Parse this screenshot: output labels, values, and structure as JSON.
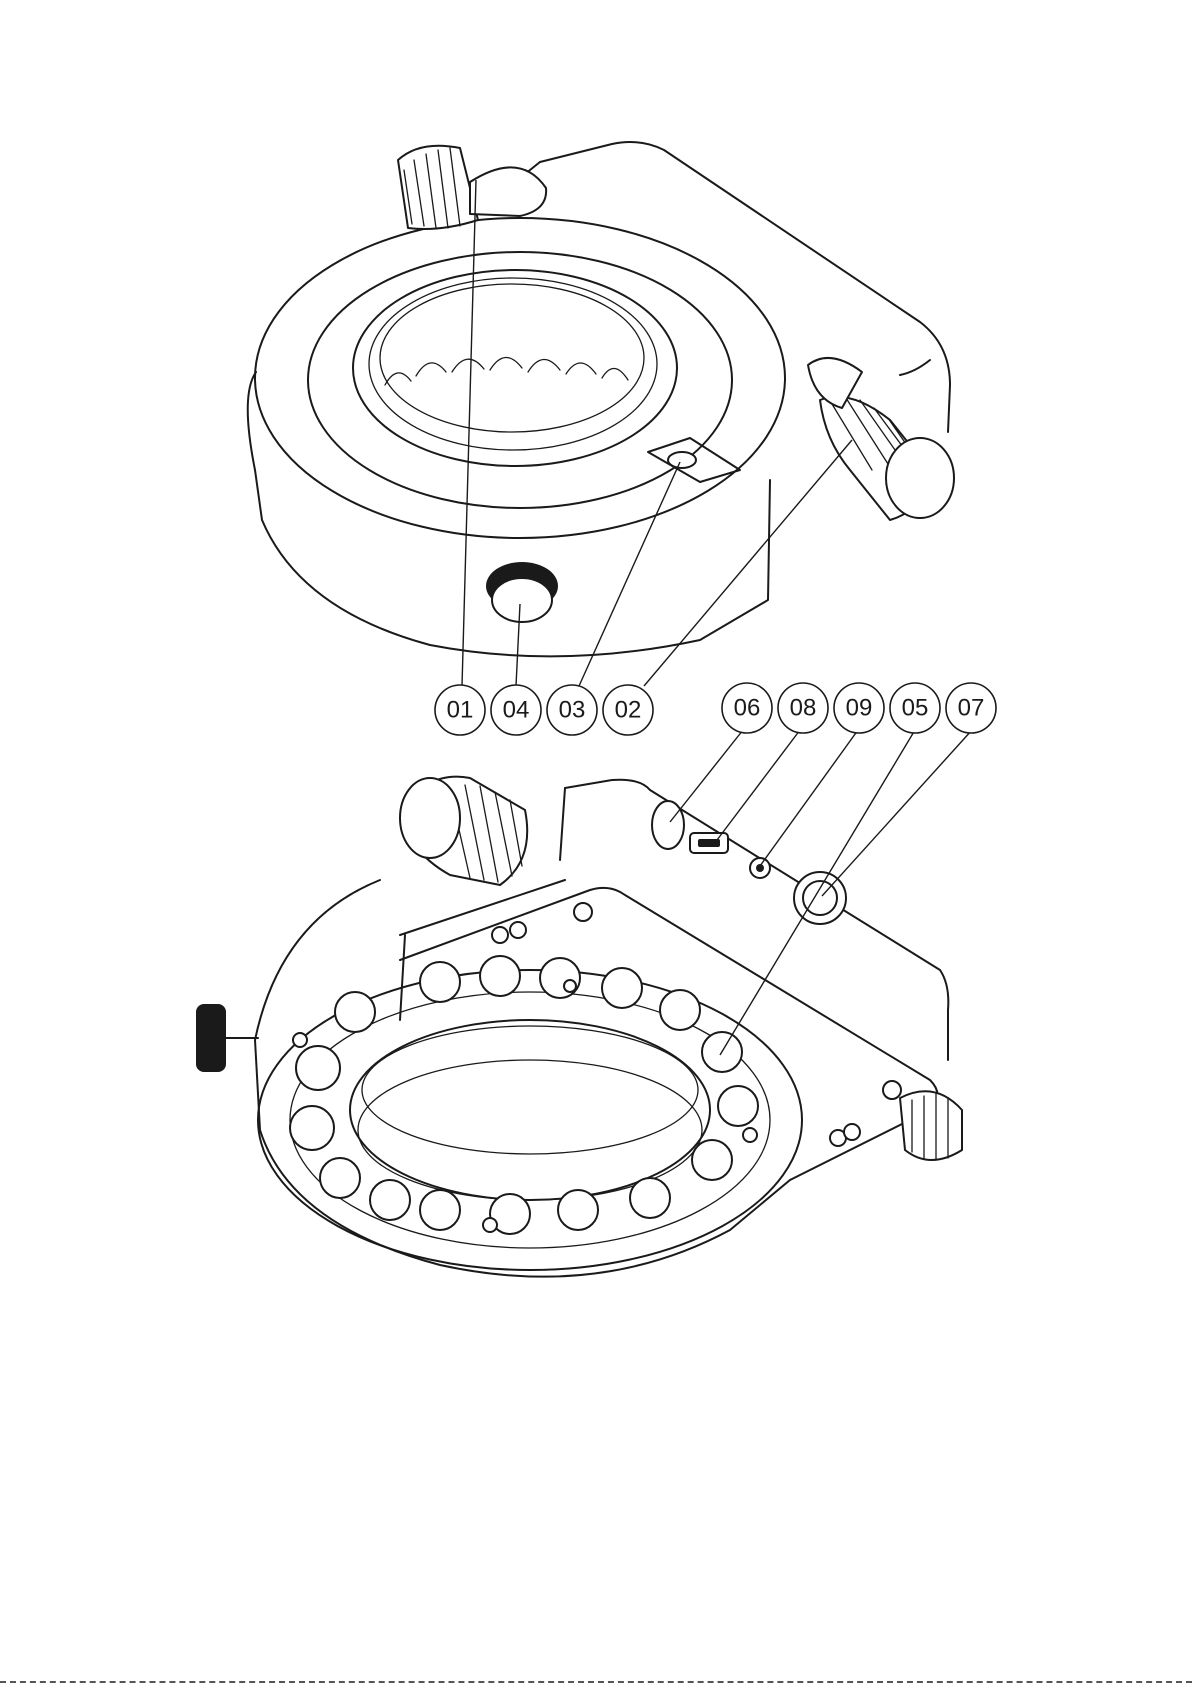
{
  "callouts": [
    {
      "id": "c01",
      "label": "01"
    },
    {
      "id": "c04",
      "label": "04"
    },
    {
      "id": "c03",
      "label": "03"
    },
    {
      "id": "c02",
      "label": "02"
    },
    {
      "id": "c06",
      "label": "06"
    },
    {
      "id": "c08",
      "label": "08"
    },
    {
      "id": "c09",
      "label": "09"
    },
    {
      "id": "c05",
      "label": "05"
    },
    {
      "id": "c07",
      "label": "07"
    }
  ],
  "colors": {
    "line": "#1a1a1a",
    "background": "#ffffff"
  }
}
